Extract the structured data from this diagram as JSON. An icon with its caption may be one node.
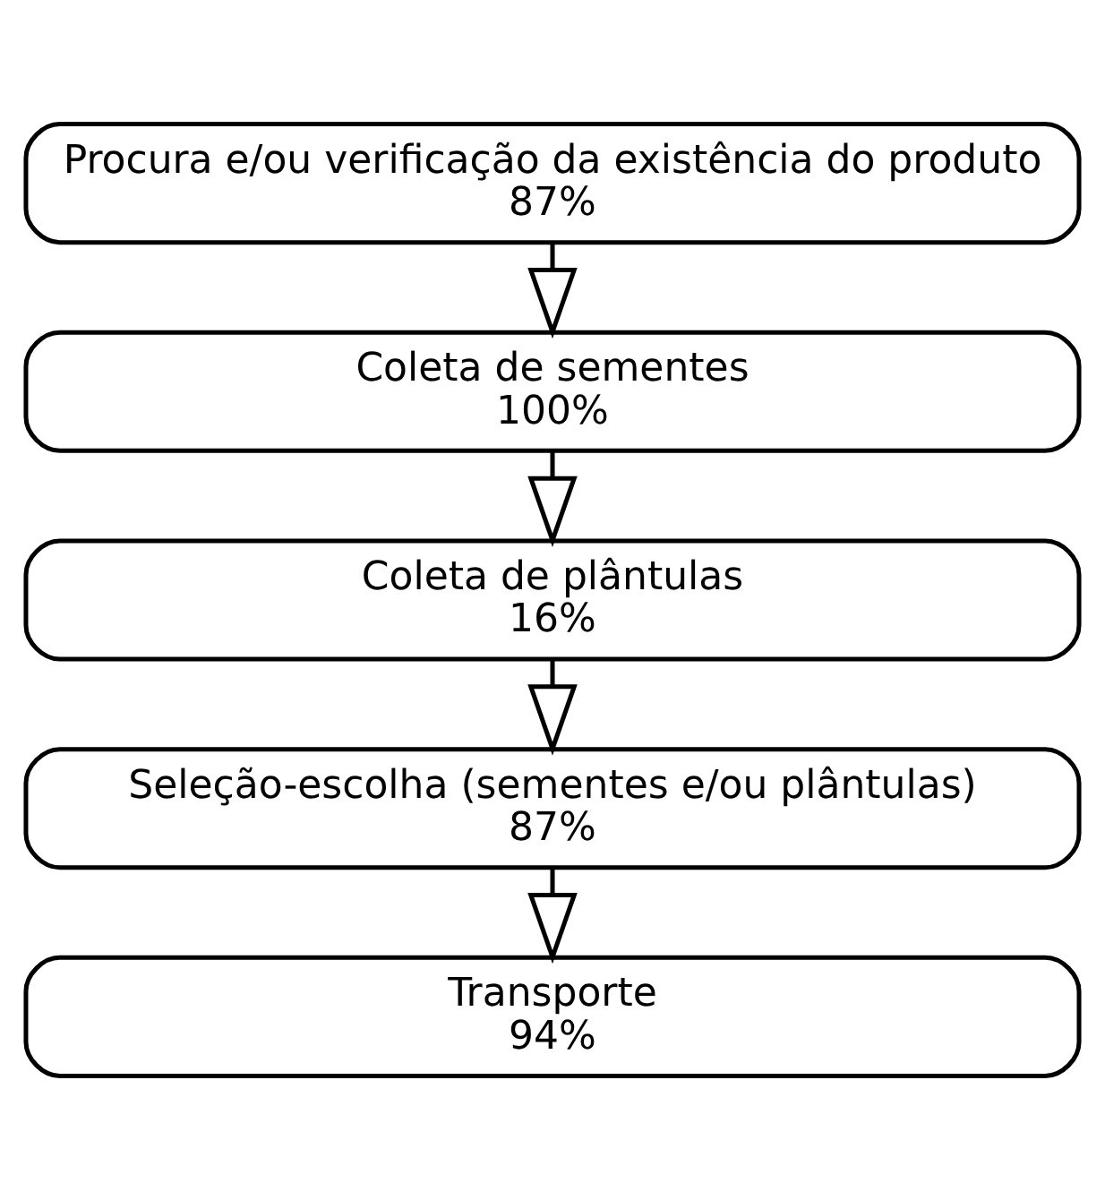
{
  "diagram": {
    "nodes": [
      {
        "text": [
          "Procura e/ou verificação da existência do produto",
          "87%"
        ]
      },
      {
        "text": [
          "Coleta de sementes",
          "100%"
        ]
      },
      {
        "text": [
          "Coleta de plântulas",
          "16%"
        ]
      },
      {
        "text": [
          "Seleção-escolha (sementes e/ou plântulas)",
          "87%"
        ]
      },
      {
        "text": [
          "Transporte",
          "94%"
        ]
      }
    ],
    "edges": [
      {
        "from": 0,
        "to": 1,
        "arrow": "to"
      },
      {
        "from": 1,
        "to": 2,
        "arrow": "to"
      },
      {
        "from": 2,
        "to": 3,
        "arrow": "to"
      },
      {
        "from": 3,
        "to": 4,
        "arrow": "to"
      }
    ]
  }
}
